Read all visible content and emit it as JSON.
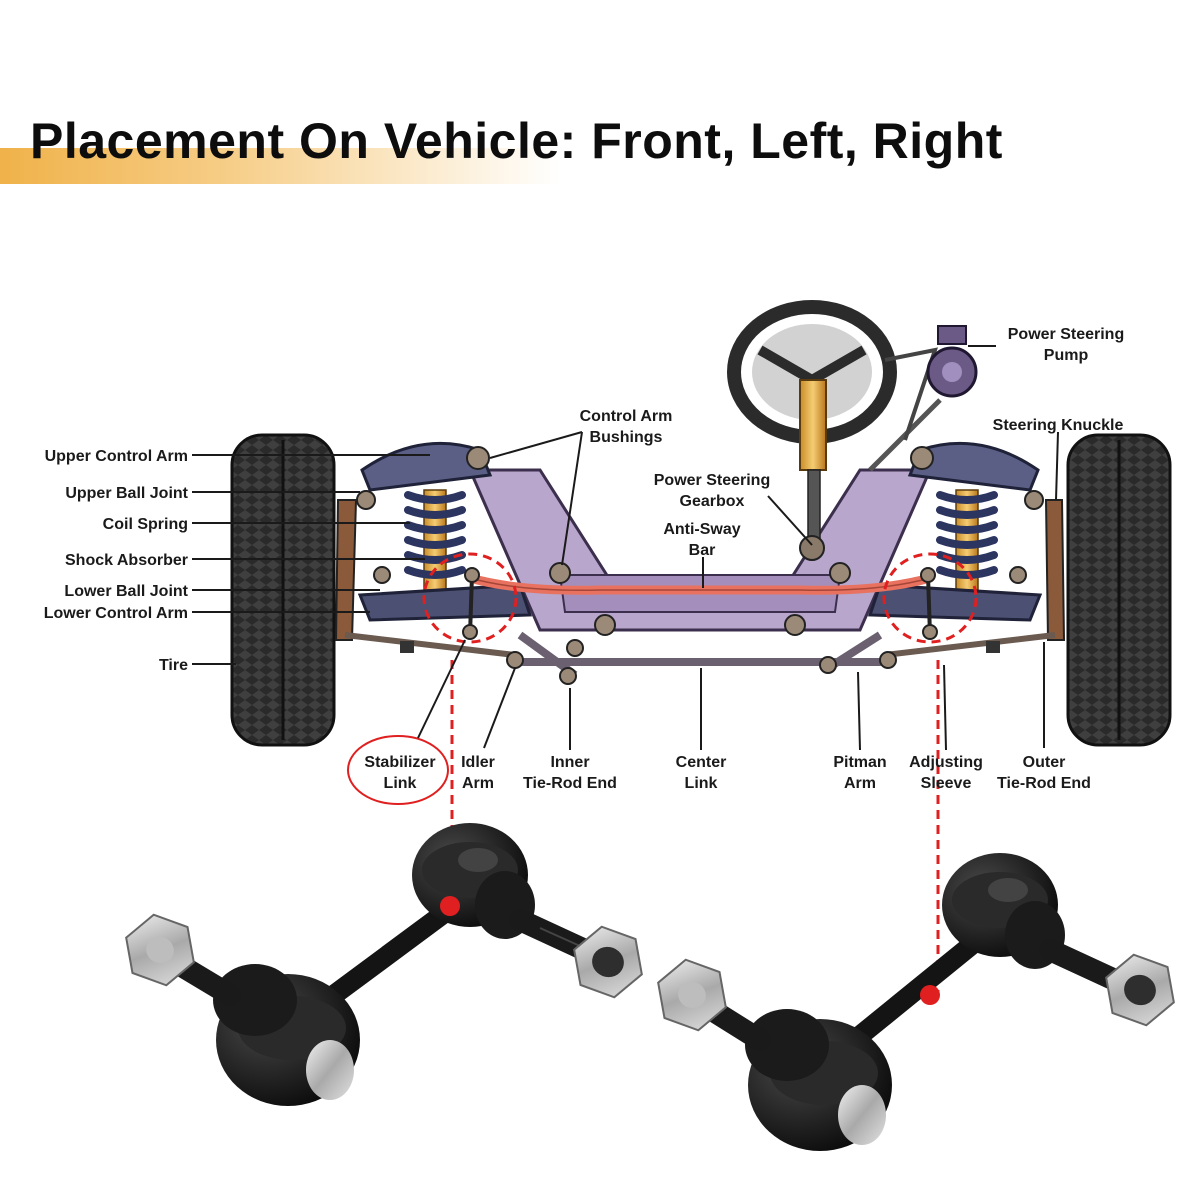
{
  "title": "Placement On Vehicle: Front, Left, Right",
  "labels": {
    "upper_control_arm": "Upper Control Arm",
    "upper_ball_joint": "Upper Ball Joint",
    "coil_spring": "Coil Spring",
    "shock_absorber": "Shock Absorber",
    "lower_ball_joint": "Lower Ball Joint",
    "lower_control_arm": "Lower Control Arm",
    "tire": "Tire",
    "control_arm_bushings_1": "Control Arm",
    "control_arm_bushings_2": "Bushings",
    "power_steering_gearbox_1": "Power Steering",
    "power_steering_gearbox_2": "Gearbox",
    "anti_sway_bar_1": "Anti-Sway",
    "anti_sway_bar_2": "Bar",
    "power_steering_pump_1": "Power Steering",
    "power_steering_pump_2": "Pump",
    "steering_knuckle": "Steering Knuckle",
    "stabilizer_link_1": "Stabilizer",
    "stabilizer_link_2": "Link",
    "idler_arm_1": "Idler",
    "idler_arm_2": "Arm",
    "inner_tie_rod_end_1": "Inner",
    "inner_tie_rod_end_2": "Tie-Rod End",
    "center_link_1": "Center",
    "center_link_2": "Link",
    "pitman_arm_1": "Pitman",
    "pitman_arm_2": "Arm",
    "adjusting_sleeve_1": "Adjusting",
    "adjusting_sleeve_2": "Sleeve",
    "outer_tie_rod_end_1": "Outer",
    "outer_tie_rod_end_2": "Tie-Rod End"
  },
  "colors": {
    "title_accent": "#f0b24a",
    "highlight_red": "#e02020",
    "frame_purple": "#b8a6cc",
    "sway_bar": "#e8725f",
    "part_black": "#141414"
  }
}
